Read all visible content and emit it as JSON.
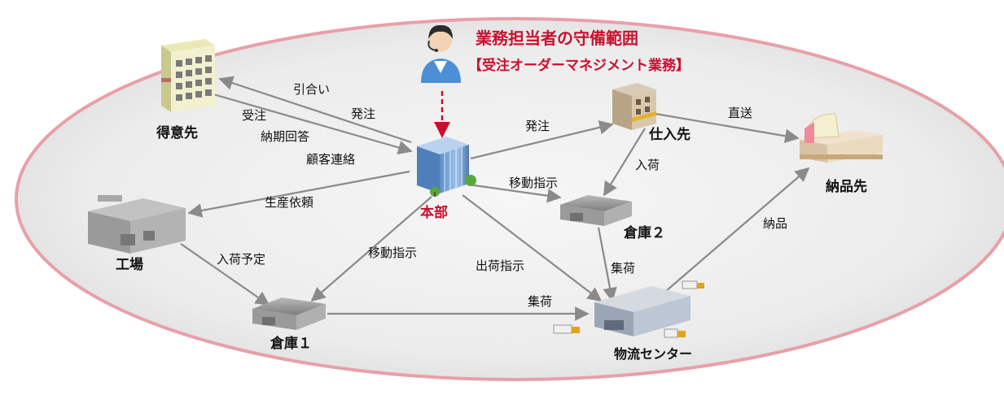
{
  "title": "業務担当者の守備範囲",
  "subtitle": "【受注オーダーマネジメント業務】",
  "nodes": {
    "customer": "得意先",
    "hq": "本部",
    "supplier": "仕入先",
    "delivery_dest": "納品先",
    "factory": "工場",
    "warehouse2": "倉庫２",
    "warehouse1": "倉庫１",
    "logistics_center": "物流センター"
  },
  "edges": {
    "inquiry": "引合い",
    "order_to_hq": "発注",
    "order_receipt": "受注",
    "delivery_date_reply": "納期回答",
    "customer_contact": "顧客連絡",
    "order_to_supplier": "発注",
    "direct_ship": "直送",
    "arrival": "入荷",
    "transfer_instruction_w2": "移動指示",
    "production_request": "生産依頼",
    "arrival_schedule": "入荷予定",
    "transfer_instruction_w1": "移動指示",
    "shipping_instruction": "出荷指示",
    "pickup_w2": "集荷",
    "pickup_w1": "集荷",
    "delivery": "納品"
  },
  "colors": {
    "accent_red": "#c8102e",
    "ellipse_border": "#e8a0a8",
    "ellipse_fill": "#efefef",
    "arrow": "#8a8a8a"
  }
}
